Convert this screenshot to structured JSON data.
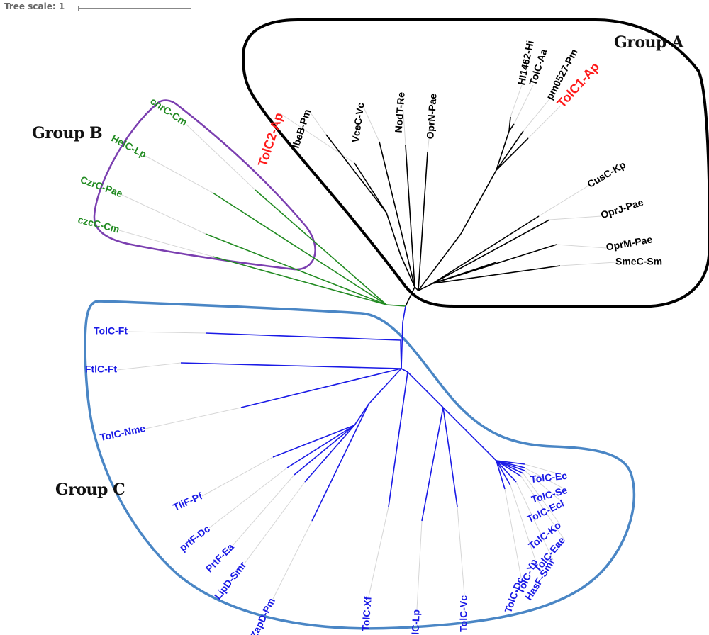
{
  "tree_scale": {
    "label": "Tree scale: 1"
  },
  "colors": {
    "group_a": "#000000",
    "group_b": "#228B22",
    "group_c": "#1a1ae6",
    "highlight": "#ff1a1a",
    "outline_a": "#000000",
    "outline_b": "#7b3fb0",
    "outline_c": "#4a86c5",
    "guide": "#d6d6d6"
  },
  "groups": [
    {
      "id": "A",
      "label": "Group A"
    },
    {
      "id": "B",
      "label": "Group B"
    },
    {
      "id": "C",
      "label": "Group C"
    }
  ],
  "leaves": {
    "A": [
      {
        "name": "TolC2-Ap",
        "highlight": true
      },
      {
        "name": "IbeB-Pm"
      },
      {
        "name": "VceC-Vc"
      },
      {
        "name": "NodT-Re"
      },
      {
        "name": "OprN-Pae"
      },
      {
        "name": "HI1462-Hi"
      },
      {
        "name": "TolC-Aa"
      },
      {
        "name": "pm0527-Pm"
      },
      {
        "name": "TolC1-Ap",
        "highlight": true
      },
      {
        "name": "CusC-Kp"
      },
      {
        "name": "OprJ-Pae"
      },
      {
        "name": "OprM-Pae"
      },
      {
        "name": "SmeC-Sm"
      }
    ],
    "B": [
      {
        "name": "cnrC-Cm"
      },
      {
        "name": "HelC-Lp"
      },
      {
        "name": "CzrC-Pae"
      },
      {
        "name": "czcC-Cm"
      }
    ],
    "C": [
      {
        "name": "TolC-Ft"
      },
      {
        "name": "FtlC-Ft"
      },
      {
        "name": "TolC-Nme"
      },
      {
        "name": "TliF-Pf"
      },
      {
        "name": "prtF-Dc"
      },
      {
        "name": "PrtF-Ea"
      },
      {
        "name": "LipD-Smr"
      },
      {
        "name": "ZapD-Pm"
      },
      {
        "name": "TolC-Xf"
      },
      {
        "name": "TolC-Lp"
      },
      {
        "name": "TolC-Vc"
      },
      {
        "name": "TolC-Dc"
      },
      {
        "name": "TolC-Yp"
      },
      {
        "name": "HasF-Smr"
      },
      {
        "name": "TolC-Eae"
      },
      {
        "name": "TolC-Ko"
      },
      {
        "name": "TolC-Ecl"
      },
      {
        "name": "TolC-Se"
      },
      {
        "name": "TolC-Ec"
      }
    ]
  }
}
